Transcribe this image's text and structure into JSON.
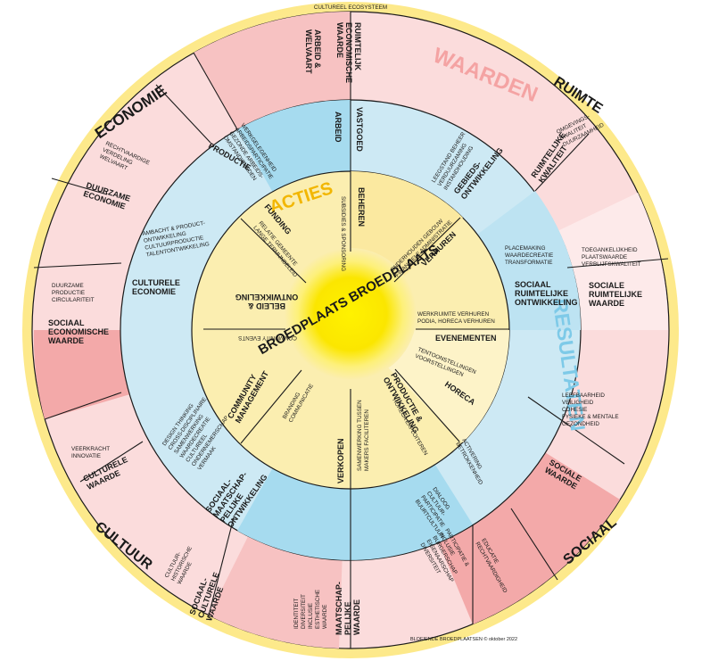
{
  "header": {
    "ecosystem": "CULTUREEL ECOSYSTEEM"
  },
  "footer": {
    "credit": "BLOEIENDE BROEDPLAATSEN © oktober 2022"
  },
  "center": {
    "title": "BROEDPLAATS BROEDPLAATS"
  },
  "domains": {
    "economie": "ECONOMIE",
    "ruimte": "RUIMTE",
    "sociaal": "SOCIAAL",
    "cultuur": "CULTUUR"
  },
  "big": {
    "waarden": "WAARDEN",
    "resultaten": "RESULTATEN",
    "acties": "ACTIES"
  },
  "outer": {
    "ruimtelijk_economische": [
      "RUIMTELIJK",
      "ECONOMISCHE",
      "WAARDE"
    ],
    "arbeid_welvaart": [
      "ARBEID &",
      "WELVAART"
    ],
    "ruimtelijke_kwaliteit": [
      "RUIMTELIJKE",
      "KWALITEIT"
    ],
    "ruimtelijke_kwaliteit_desc": [
      "OMGEVINGS-",
      "KWALITEIT",
      "DUURZAAMHEID"
    ],
    "sociale_ruimtelijke": [
      "SOCIALE",
      "RUIMTELIJKE",
      "WAARDE"
    ],
    "sociale_ruimtelijke_desc": [
      "TOEGANKELIJKHEID",
      "PLAATSWAARDE",
      "VERBLIJFSKWALITEIT"
    ],
    "sociale_waarde": [
      "SOCIALE",
      "WAARDE"
    ],
    "sociale_waarde_desc": [
      "LEEFBAARHEID",
      "VEILIGHEID",
      "COHESIE",
      "FYSIEKE & MENTALE",
      "GEZONDHEID"
    ],
    "sociale_waarde_desc2": [
      "EDUCATIE",
      "RECHTVAARDIGHEID",
      "PARTICIPATIE &",
      "INCLUSIE",
      "BURGERSCHAP",
      "EIGENAARSCHAP",
      "DIVERSITEIT"
    ],
    "maatschappelijke": [
      "MAATSCHAP-",
      "PELIJKE",
      "WAARDE"
    ],
    "maatschappelijke_desc": [
      "IDENTITEIT",
      "DIVERSITEIT",
      "INCLUSIE",
      "ESTHETISCHE",
      "WAARDE"
    ],
    "sociaal_culturele": [
      "SOCIAAL-",
      "CULTURELE",
      "WAARDE"
    ],
    "sociaal_culturele_desc": [
      "CULTUUR-",
      "HISTORISCHE",
      "WAARDE"
    ],
    "culturele_waarde": [
      "CULTURELE",
      "WAARDE"
    ],
    "culturele_waarde_desc": [
      "VEERKRACHT",
      "INNOVATIE"
    ],
    "sociaal_economische": [
      "SOCIAAL",
      "ECONOMISCHE",
      "WAARDE"
    ],
    "sociaal_economische_desc": [
      "DUURZAME",
      "PRODUCTIE",
      "CIRCULARITEIT"
    ],
    "duurzame_economie": [
      "DUURZAME",
      "ECONOMIE"
    ],
    "duurzame_economie_desc": [
      "RECHTVAARDIGE",
      "VERDELING",
      "WELVAART"
    ]
  },
  "middle": {
    "vastgoed": "VASTGOED",
    "arbeid": "ARBEID",
    "productie": "PRODUCTIE",
    "productie_desc": [
      "WERKGELEGENHEID",
      "ARBEIDSPARTICIPATIE",
      "GEZONDE ARBEIDS-",
      "OMSTANDIGHEDEN"
    ],
    "gebieds": [
      "GEBIEDS-",
      "ONTWIKKELING"
    ],
    "gebieds_desc": [
      "LEEGSTAND BEHEER",
      "VERDUURZAMING",
      "INSTANDHOUDING"
    ],
    "sociaal_ruimtelijke": [
      "SOCIAAL",
      "RUIMTELIJKE",
      "ONTWIKKELING"
    ],
    "sociaal_ruimtelijke_desc": [
      "PLACEMAKING",
      "WAARDECREATIE",
      "TRANSFORMATIE"
    ],
    "culturele_economie": [
      "CULTURELE",
      "ECONOMIE"
    ],
    "culturele_economie_desc": [
      "AMBACHT & PRODUCT-",
      "ONTWIKKELING",
      "CULTUURPRODUCTIE",
      "TALENTONTWIKKELING"
    ],
    "sociaal_maatschappelijke": [
      "SOCIAAL-",
      "MAATSCHAP-",
      "PELIJKE",
      "ONTWIKKELING"
    ],
    "sociaal_maatschappelijke_desc": [
      "DESIGN THINKING",
      "CROSS-DISCIPLINAIRE",
      "SAMENWERKING",
      "WAARDECREATIE",
      "CULTUREEL",
      "ONDERNEMERSCHAP",
      "VERMAAK"
    ],
    "dialoog_desc": [
      "DIALOOG",
      "CULTUUR-",
      "PARTICIPATIE",
      "BUURTCULTUUR"
    ],
    "activering_desc": [
      "ACTIVERING",
      "BETROKKENHEID"
    ]
  },
  "inner": {
    "beheren": "BEHEREN",
    "beheren_desc": "SUBSIDIES & SPONSORING",
    "funding": "FUNDING",
    "funding_desc": [
      "RELATIE GEMEENTE",
      "LANGE TERMIJNBELEID"
    ],
    "verhuren": "VERHUREN",
    "verhuren_desc": [
      "ONDERHOUDEN GEBOUW",
      "FINANCIELE ADMINISTRATIE"
    ],
    "beleid": [
      "BELEID &",
      "ONTWIKKELING"
    ],
    "community_events": "COMMUNITY EVENTS",
    "evenementen": "EVENEMENTEN",
    "evenementen_desc": [
      "WERKRUIMTE VERHUREN",
      "PODIA, HORECA VERHUREN"
    ],
    "horeca": "HORECA",
    "horeca_desc": [
      "TENTOONSTELLINGEN",
      "VOORSTELLINGEN"
    ],
    "community_mgmt": [
      "COMMUNITY",
      "MANAGEMENT"
    ],
    "branding_desc": [
      "BRANDING",
      "COMMUNICATIE"
    ],
    "verkopen": "VERKOPEN",
    "verkopen_desc": [
      "SAMENWERKING TUSSEN",
      "MAKERS FACILITEREN"
    ],
    "productie_ontw": [
      "PRODUCTIE &",
      "ONTWIKKELING"
    ],
    "productie_ontw_desc": "HORECA EXPLOITEREN"
  },
  "colors": {
    "halo": "#fdf2b3",
    "outer_pink": "#fbdcdc",
    "outer_pink_light": "#fdeaea",
    "outer_red": "#f3a9a9",
    "middle_blue": "#cde9f4",
    "middle_blue_dark": "#a6dbef",
    "inner_yellow": "#fbeeb0",
    "center_yellow": "#fbe600",
    "waarden": "#f4a3a3",
    "resultaten": "#7ecae8",
    "acties": "#f2b600"
  }
}
